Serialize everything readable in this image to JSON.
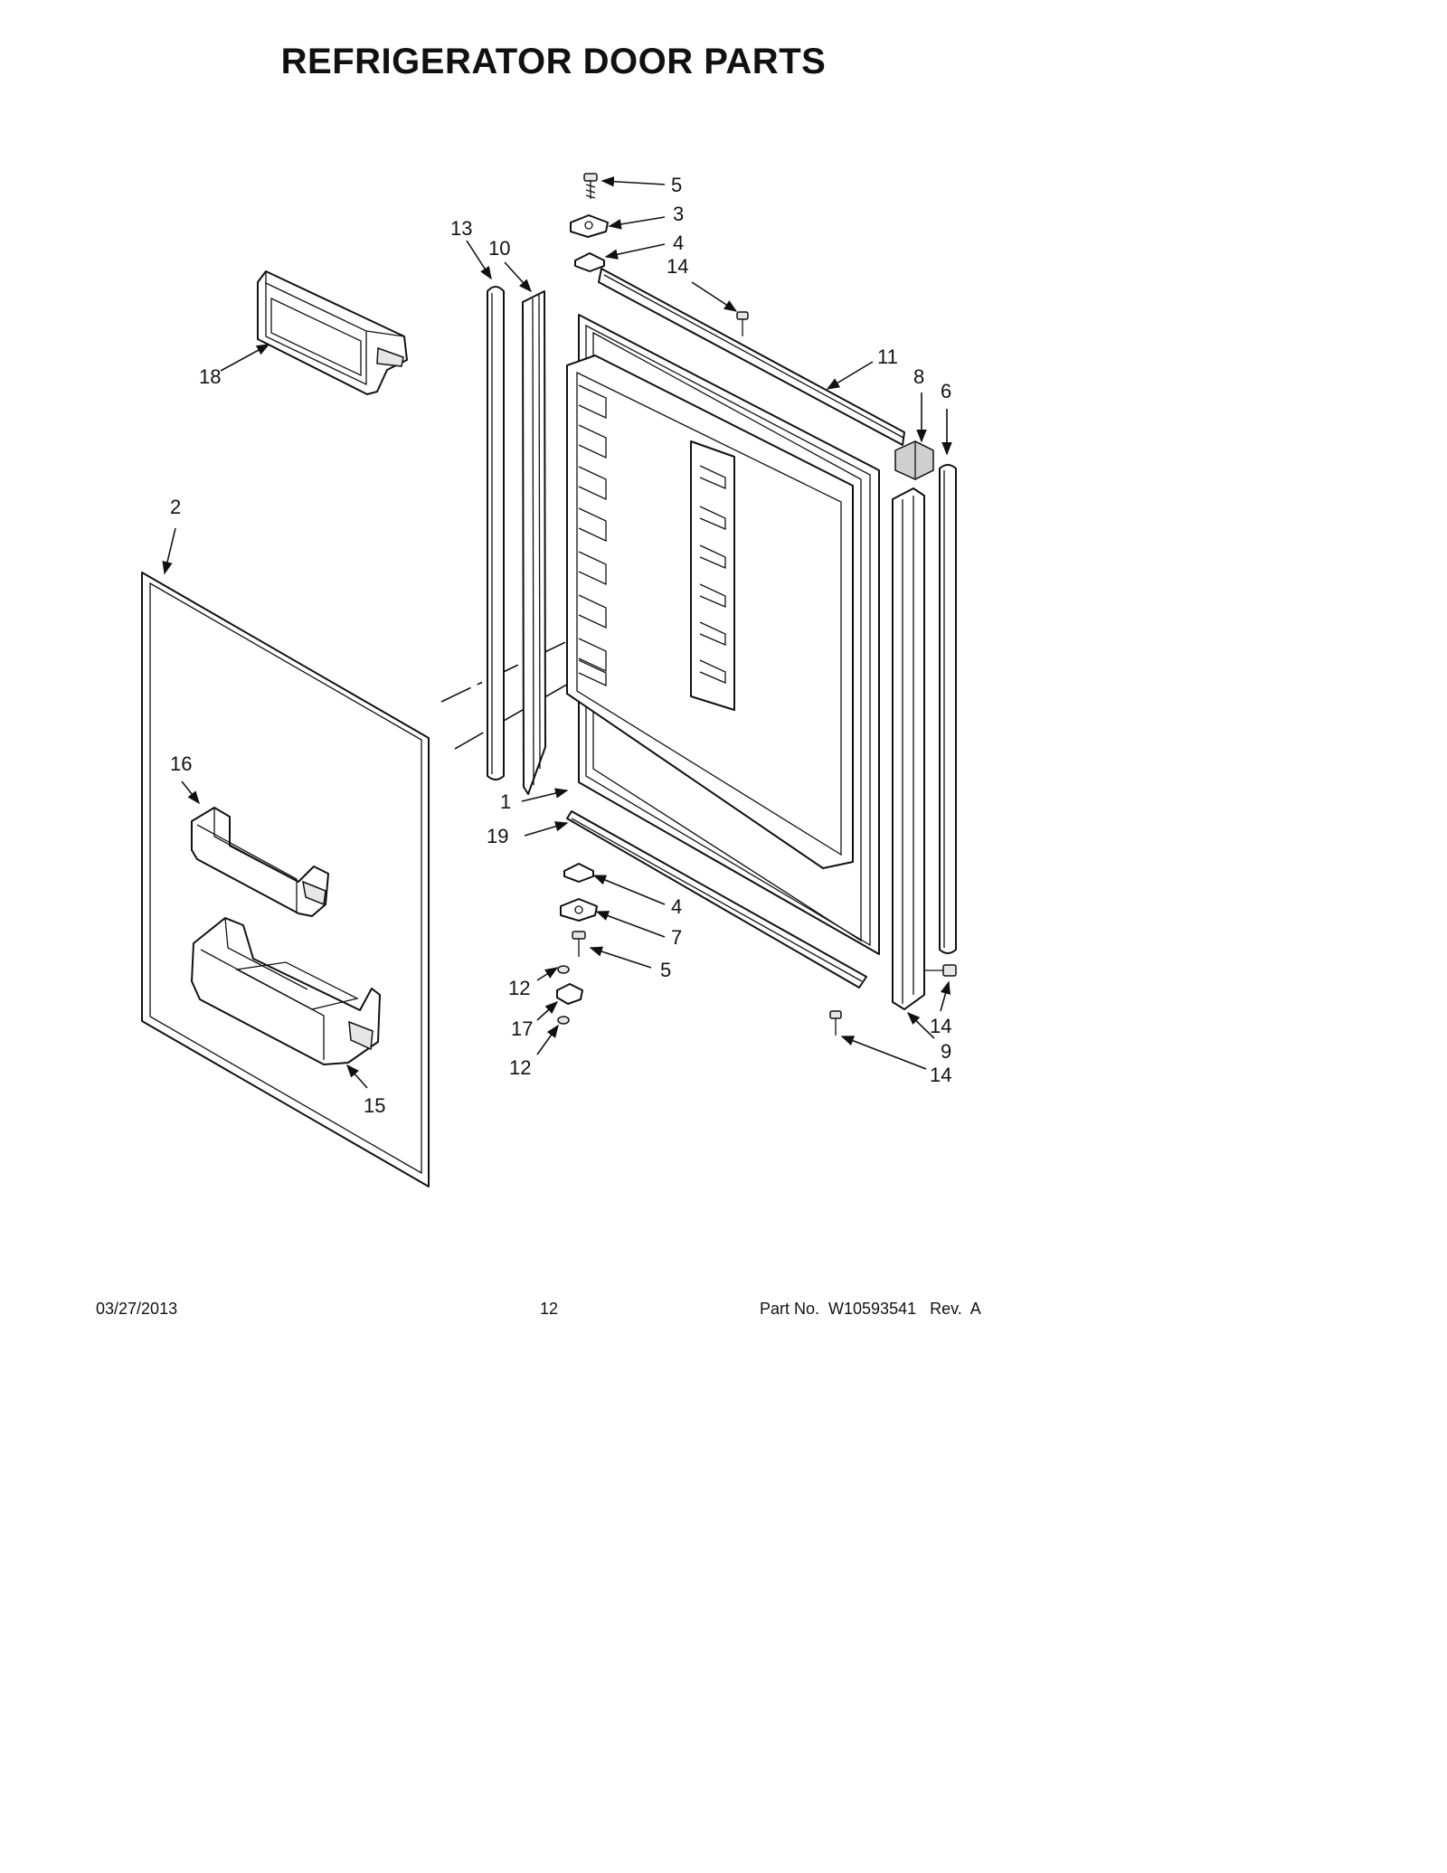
{
  "title": "REFRIGERATOR DOOR PARTS",
  "callouts": {
    "c1": "1",
    "c2": "2",
    "c3": "3",
    "c4a": "4",
    "c4b": "4",
    "c5a": "5",
    "c5b": "5",
    "c6": "6",
    "c7": "7",
    "c8": "8",
    "c9": "9",
    "c10": "10",
    "c11": "11",
    "c12a": "12",
    "c12b": "12",
    "c13": "13",
    "c14a": "14",
    "c14b": "14",
    "c14c": "14",
    "c15": "15",
    "c16": "16",
    "c17": "17",
    "c18": "18",
    "c19": "19"
  },
  "footer": {
    "date": "03/27/2013",
    "page": "12",
    "part_no": "Part No.  W10593541   Rev.  A"
  }
}
